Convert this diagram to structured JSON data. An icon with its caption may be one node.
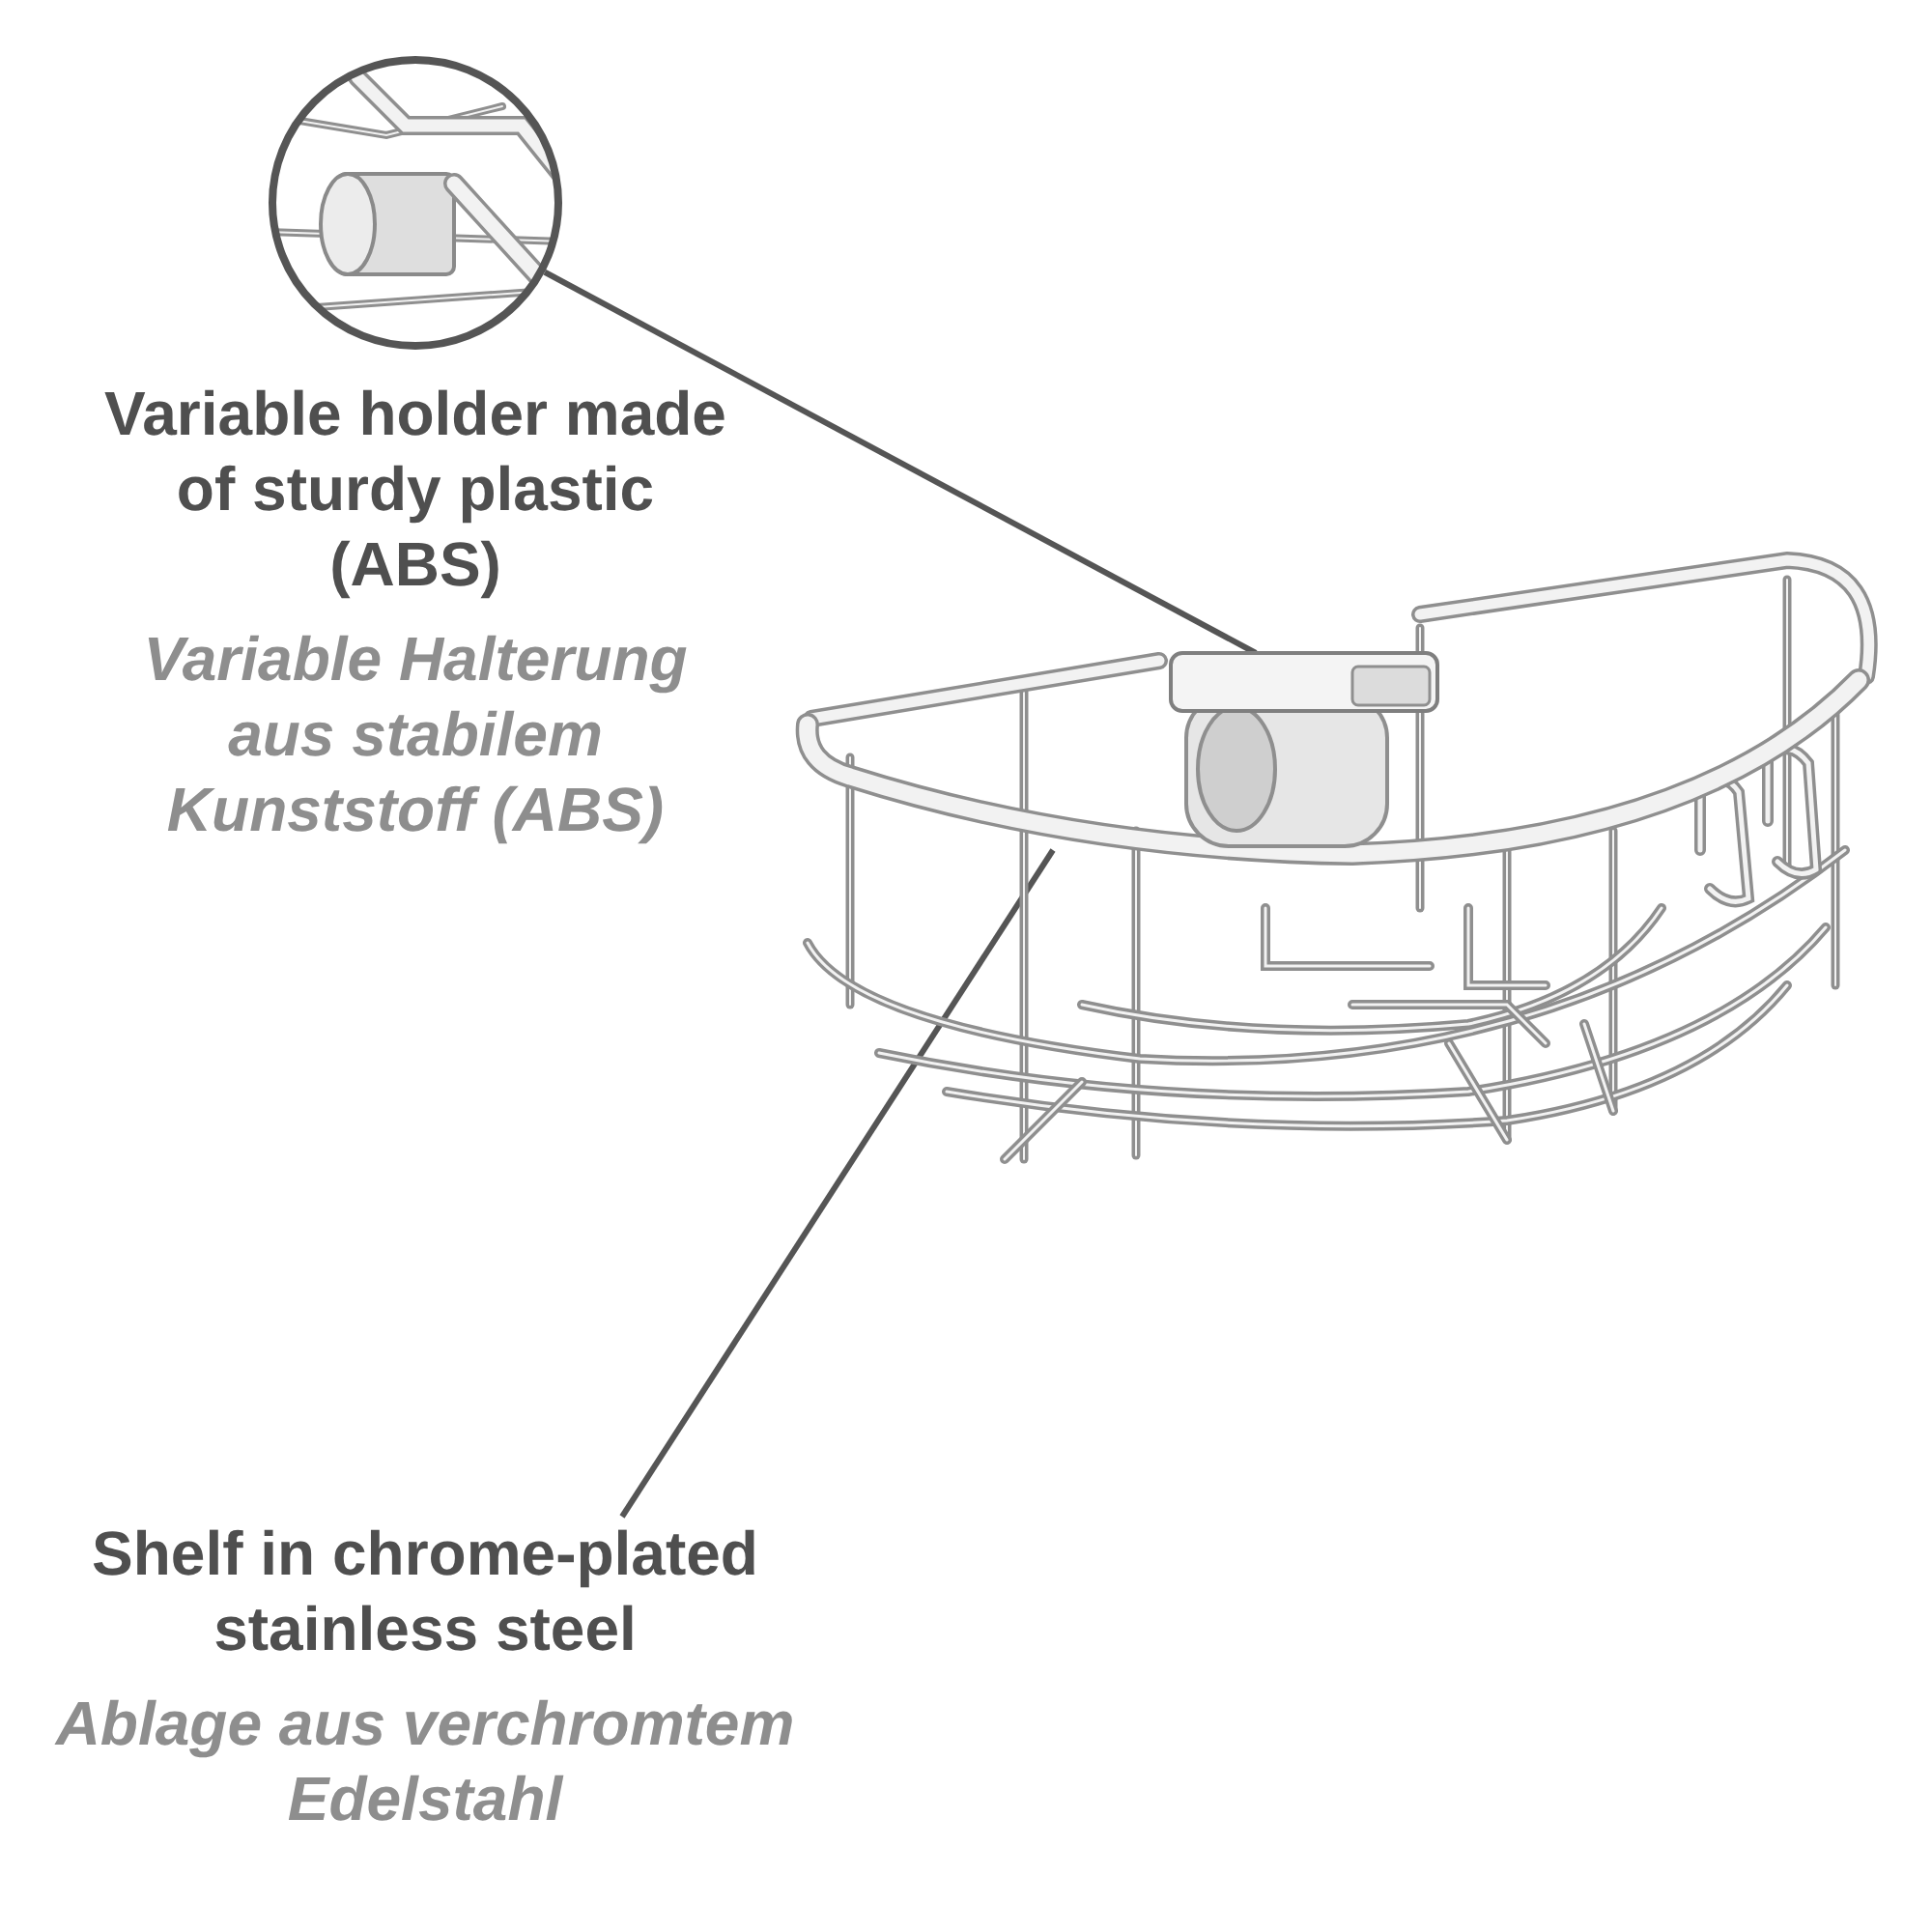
{
  "diagram": {
    "nodes": [
      {
        "text": [],
        "shape": "picture",
        "beside": [
          "Variable holder made of sturdy plastic (ABS)",
          "Variable Halterung aus stabilem Kunststoff (ABS)"
        ]
      },
      {
        "text": [],
        "shape": "picture"
      },
      {
        "text": [],
        "shape": "picture",
        "in": 1
      },
      {
        "text": [
          "Shelf in chrome-plated stainless steel",
          "Ablage aus verchromtem Edelstahl"
        ]
      }
    ],
    "edges": [
      {
        "from": 0,
        "to": 2,
        "arrow": "none"
      },
      {
        "from": 3,
        "to": 1,
        "arrow": "none"
      }
    ]
  }
}
